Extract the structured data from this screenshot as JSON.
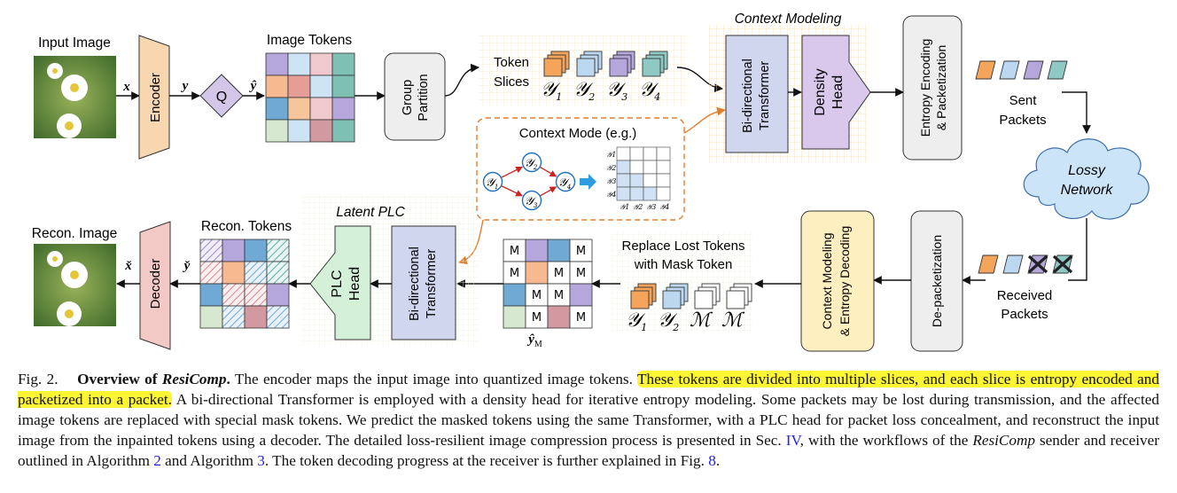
{
  "figure": {
    "input_image_label": "Input Image",
    "recon_image_label": "Recon. Image",
    "encoder_label": "Encoder",
    "decoder_label": "Decoder",
    "quantizer_label": "Q",
    "var_x": "x",
    "var_y": "y",
    "var_yhat": "ŷ",
    "var_xcheck": "x̌",
    "var_ycheck": "y̌",
    "var_ym": "ŷ",
    "var_ym_sub": "M",
    "image_tokens_label": "Image Tokens",
    "group_partition_label": [
      "Group",
      "Partition"
    ],
    "token_slices_label": [
      "Token",
      "Slices"
    ],
    "slice_labels": [
      "𝒴",
      "𝒴",
      "𝒴",
      "𝒴"
    ],
    "slice_subs": [
      "1",
      "2",
      "3",
      "4"
    ],
    "context_modeling_label": "Context Modeling",
    "bidir_transformer_label": [
      "Bi-directional",
      "Transformer"
    ],
    "density_head_label": [
      "Density",
      "Head"
    ],
    "entropy_encoding_label": [
      "Entropy Encoding",
      "& Packetization"
    ],
    "sent_packets_label": [
      "Sent",
      "Packets"
    ],
    "lossy_network_label": [
      "Lossy",
      "Network"
    ],
    "received_packets_label": [
      "Received",
      "Packets"
    ],
    "depacketization_label": "De-packetization",
    "context_decoding_label": [
      "Context Modeling",
      "& Entropy Decoding"
    ],
    "replace_lost_label": [
      "Replace Lost Tokens",
      "with Mask Token"
    ],
    "replaced_slice_labels": [
      "𝒴",
      "𝒴",
      "ℳ",
      "ℳ"
    ],
    "replaced_slice_subs": [
      "1",
      "2",
      "",
      ""
    ],
    "mask_token": "M",
    "latent_plc_label": "Latent PLC",
    "plc_head_label": [
      "PLC",
      "Head"
    ],
    "recon_tokens_label": "Recon. Tokens",
    "context_mode_label": "Context Mode (e.g.)",
    "context_nodes": [
      "𝒴",
      "𝒴",
      "𝒴",
      "𝒴"
    ],
    "context_node_subs": [
      "1",
      "2",
      "3",
      "4"
    ]
  },
  "colors": {
    "encoder": "#f8d7b0",
    "decoder": "#f3c9c6",
    "quantizer": "#d4c6e8",
    "transformer": "#d0d6ee",
    "density_head": "#d9c8ec",
    "gray_box": "#eeeeee",
    "context_decode_box": "#fdefc0",
    "context_border": "#e07f2d",
    "highlight": "#fbf533",
    "link": "#2424d6",
    "packets": [
      "#f4a55b",
      "#bcd8f0",
      "#b5a6dc",
      "#8fc9c4"
    ],
    "token_grid": [
      [
        "#b5a6dc",
        "#cde4f5",
        "#f0c9cf",
        "#7fc0b4"
      ],
      [
        "#f7b98f",
        "#e69d96",
        "#cde4f5",
        "#7fc0b4"
      ],
      [
        "#6fa9d4",
        "#f7c59a",
        "#f0c9cf",
        "#b5a6dc"
      ],
      [
        "#d6e8cf",
        "#cde4f5",
        "#d29aa0",
        "#7fc0b4"
      ]
    ]
  },
  "caption": {
    "fig_label": "Fig. 2.",
    "title_prefix": "Overview of",
    "title_name": "ResiComp",
    "sentence1": "The encoder maps the input image into quantized image tokens.",
    "highlighted": "These tokens are divided into multiple slices, and each slice is entropy encoded and packetized into a packet.",
    "sentence3": "A bi-directional Transformer is employed with a density head for iterative entropy modeling. Some packets may be lost during transmission, and the affected image tokens are replaced with special mask tokens. We predict the masked tokens using the same Transformer, with a PLC head for packet loss concealment, and reconstruct the input image from the inpainted tokens using a decoder. The detailed loss-resilient image compression process is presented in Sec.",
    "sec_ref": "IV",
    "sentence4a": ", with the workflows of the",
    "name_italic": "ResiComp",
    "sentence4b": "sender and receiver outlined in Algorithm",
    "alg_ref1": "2",
    "and_word": "and",
    "alg_word": "Algorithm",
    "alg_ref2": "3",
    "sentence5": ". The token decoding progress at the receiver is further explained in Fig.",
    "fig_ref": "8",
    "end": "."
  }
}
